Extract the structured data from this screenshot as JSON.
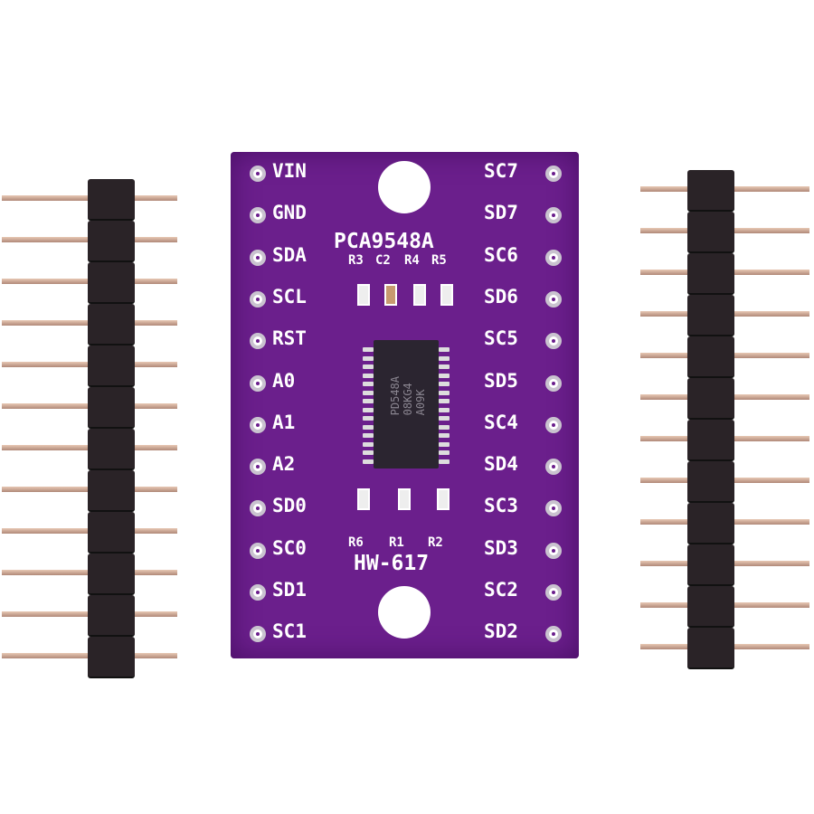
{
  "board": {
    "chip_label": "PCA9548A",
    "model_label": "HW-617",
    "top_component_labels": [
      "R3",
      "C2",
      "R4",
      "R5"
    ],
    "bottom_component_labels": [
      "R6",
      "R1",
      "R2"
    ],
    "ic_marking": [
      "PD548A",
      "08KG4",
      "A09K"
    ],
    "left_pins": [
      "VIN",
      "GND",
      "SDA",
      "SCL",
      "RST",
      "A0",
      "A1",
      "A2",
      "SD0",
      "SC0",
      "SD1",
      "SC1"
    ],
    "right_pins": [
      "SC7",
      "SD7",
      "SC6",
      "SD6",
      "SC5",
      "SD5",
      "SC4",
      "SD4",
      "SC3",
      "SD3",
      "SC2",
      "SD2"
    ]
  },
  "colors": {
    "pcb": "#6b1f8c",
    "header": "#2a2327"
  }
}
